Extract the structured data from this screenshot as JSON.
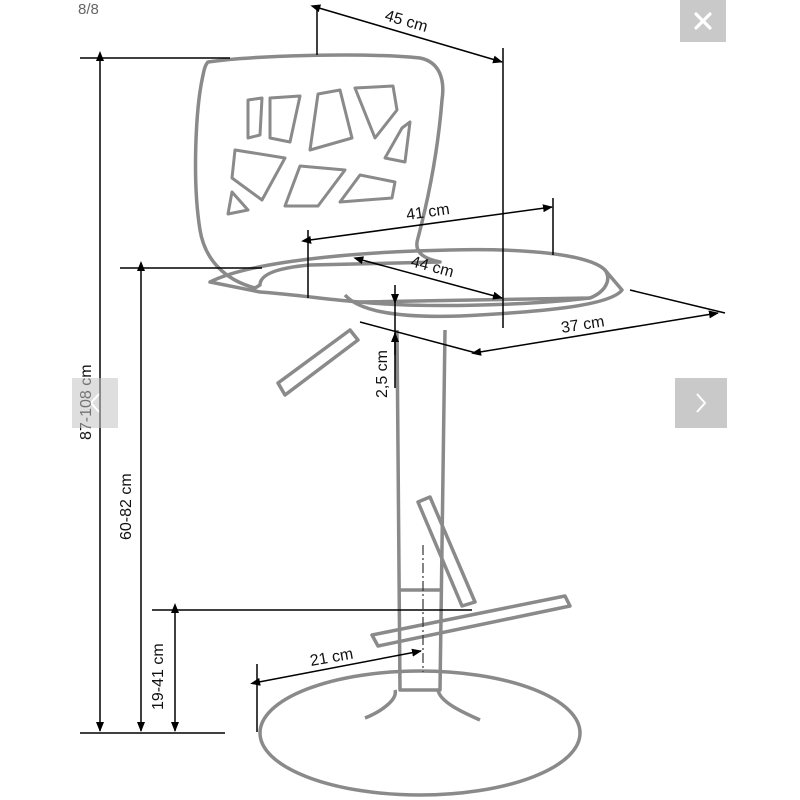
{
  "viewer": {
    "counter": "8/8",
    "close_icon": "close-icon",
    "prev_icon": "chevron-left-icon",
    "next_icon": "chevron-right-icon",
    "overlay_color": "#c4c4c4"
  },
  "diagram": {
    "dimensions": {
      "backrest_depth": "45 cm",
      "seat_width": "41 cm",
      "seat_depth": "44 cm",
      "seat_thickness": "2,5 cm",
      "base_width": "37 cm",
      "total_height": "87-108 cm",
      "seat_height": "60-82 cm",
      "footrest_height": "19-41 cm",
      "footrest_depth": "21 cm"
    }
  }
}
